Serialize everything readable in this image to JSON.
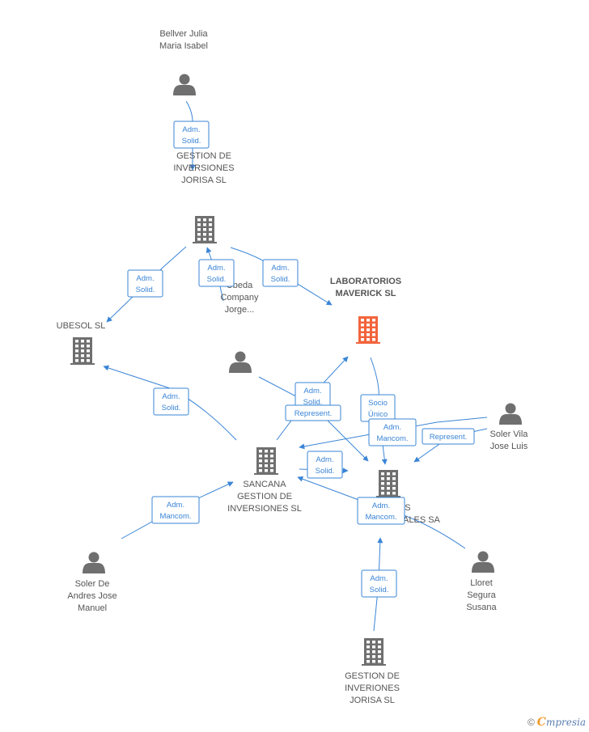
{
  "nodes": [
    {
      "id": "bellver",
      "type": "person",
      "lines": [
        "Bellver Julia",
        "Maria Isabel"
      ]
    },
    {
      "id": "gestion_jorisa",
      "type": "company",
      "lines": [
        "GESTION DE",
        "INVERSIONES",
        "JORISA SL"
      ]
    },
    {
      "id": "ubesol",
      "type": "company",
      "lines": [
        "UBESOL SL"
      ]
    },
    {
      "id": "ubeda",
      "type": "person",
      "lines": [
        "Ubeda",
        "Company",
        "Jorge..."
      ]
    },
    {
      "id": "maverick",
      "type": "company",
      "focus": true,
      "lines": [
        "LABORATORIOS",
        "MAVERICK SL"
      ]
    },
    {
      "id": "soler_vila",
      "type": "person",
      "lines": [
        "Soler Vila",
        "Jose Luis"
      ]
    },
    {
      "id": "sancana",
      "type": "company",
      "lines": [
        "SANCANA",
        "GESTION DE",
        "INVERSIONES SL"
      ]
    },
    {
      "id": "industriales",
      "type": "company",
      "lines": [
        "...OS",
        "INDUSTRIALES SA"
      ]
    },
    {
      "id": "soler_andres",
      "type": "person",
      "lines": [
        "Soler De",
        "Andres Jose",
        "Manuel"
      ]
    },
    {
      "id": "lloret",
      "type": "person",
      "lines": [
        "Lloret",
        "Segura",
        "Susana"
      ]
    },
    {
      "id": "gestion_inveriones",
      "type": "company",
      "lines": [
        "GESTION DE",
        "INVERIONES",
        "JORISA  SL"
      ]
    }
  ],
  "edges": [
    {
      "id": "e1",
      "lines": [
        "Adm.",
        "Solid."
      ]
    },
    {
      "id": "e2",
      "lines": [
        "Adm.",
        "Solid."
      ]
    },
    {
      "id": "e3",
      "lines": [
        "Adm.",
        "Solid."
      ]
    },
    {
      "id": "e4",
      "lines": [
        "Adm.",
        "Solid."
      ]
    },
    {
      "id": "e5",
      "lines": [
        "Adm.",
        "Solid."
      ]
    },
    {
      "id": "e6",
      "lines": [
        "Adm.",
        "Solid."
      ]
    },
    {
      "id": "e7",
      "lines": [
        "Represent."
      ]
    },
    {
      "id": "e8",
      "lines": [
        "Socio",
        "Único"
      ]
    },
    {
      "id": "e9",
      "lines": [
        "Adm.",
        "Mancom."
      ]
    },
    {
      "id": "e10",
      "lines": [
        "Represent."
      ]
    },
    {
      "id": "e11",
      "lines": [
        "Adm.",
        "Solid."
      ]
    },
    {
      "id": "e12",
      "lines": [
        "Adm.",
        "Mancom."
      ]
    },
    {
      "id": "e13",
      "lines": [
        "Adm.",
        "Mancom."
      ]
    },
    {
      "id": "e14",
      "lines": [
        "Adm.",
        "Solid."
      ]
    }
  ],
  "colors": {
    "accent": "#3a85d6",
    "focus": "#f2643c",
    "icon": "#6f6f6f",
    "label": "#555555"
  },
  "watermark": {
    "copyright": "©",
    "brand_initial": "C",
    "brand_rest": "mpresia"
  }
}
